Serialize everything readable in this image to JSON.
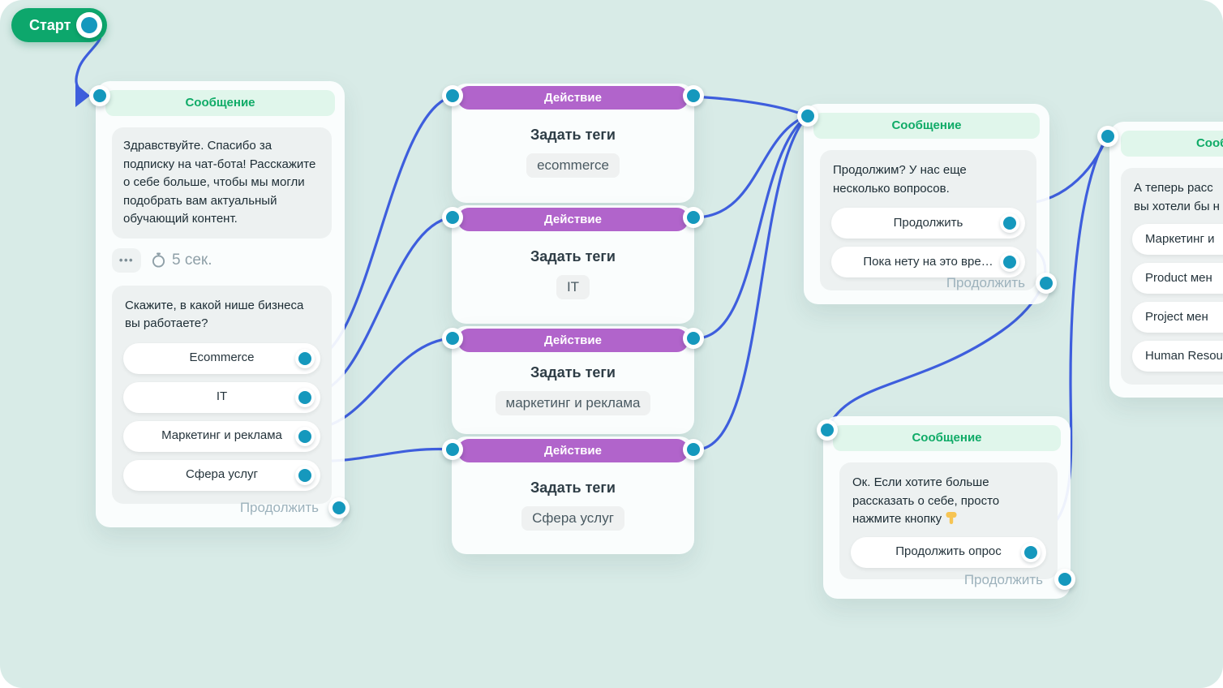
{
  "canvas": {
    "background": "#d8ebe7",
    "accent_green": "#0fab67",
    "accent_purple": "#b164cb",
    "link_blue": "#3e5edd",
    "dot_teal": "#1598bd"
  },
  "start": {
    "label": "Старт"
  },
  "nodes": {
    "msg1": {
      "type_label": "Сообщение",
      "text1": "Здравствуйте. Спасибо за подписку на чат-бота! Расскажите о себе больше, чтобы мы могли подобрать вам актуальный обучающий контент.",
      "menu_dots": "•••",
      "delay_label": "5 сек.",
      "text2": "Скажите, в какой нише бизнеса вы работаете?",
      "buttons": [
        "Ecommerce",
        "IT",
        "Маркетинг и реклама",
        "Сфера услуг"
      ],
      "footer_label": "Продолжить"
    },
    "action1": {
      "type_label": "Действие",
      "title": "Задать теги",
      "tag": "ecommerce"
    },
    "action2": {
      "type_label": "Действие",
      "title": "Задать теги",
      "tag": "IT"
    },
    "action3": {
      "type_label": "Действие",
      "title": "Задать теги",
      "tag": "маркетинг и реклама"
    },
    "action4": {
      "type_label": "Действие",
      "title": "Задать теги",
      "tag": "Сфера услуг"
    },
    "msg2": {
      "type_label": "Сообщение",
      "text": "Продолжим? У нас еще несколько вопросов.",
      "buttons": [
        "Продолжить",
        "Пока нету на это вре…"
      ],
      "footer_label": "Продолжить"
    },
    "msg3": {
      "type_label": "Сообщение",
      "text": "Ок. Если хотите больше рассказать о себе, просто нажмите кнопку",
      "emoji": "👇",
      "buttons": [
        "Продолжить опрос"
      ],
      "footer_label": "Продолжить"
    },
    "msg4": {
      "type_label": "Сообщение",
      "text_line1": "А теперь расс",
      "text_line2": "вы хотели бы н",
      "buttons": [
        "Маркетинг и",
        "Product мен",
        "Project мен",
        "Human Resou"
      ]
    }
  }
}
